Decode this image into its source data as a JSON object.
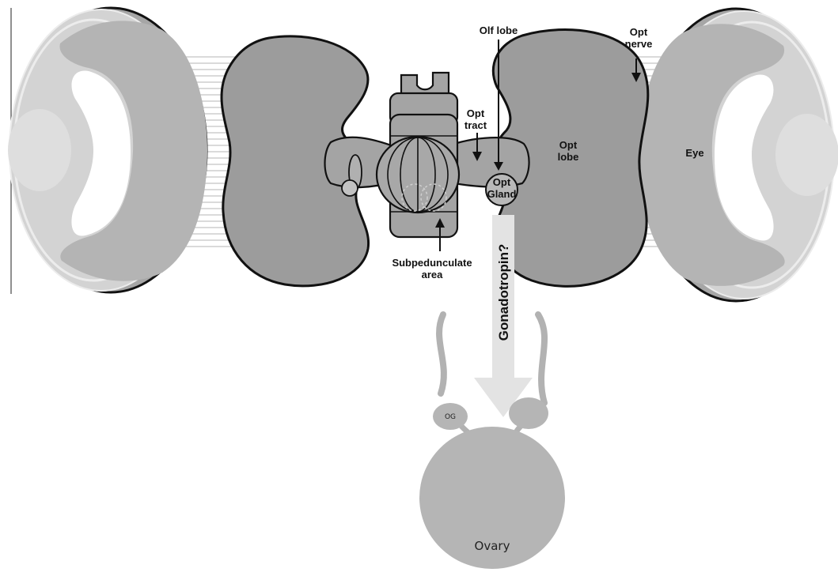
{
  "diagram": {
    "labels": {
      "olf_lobe": "Olf lobe",
      "opt_nerve_line1": "Opt",
      "opt_nerve_line2": "nerve",
      "opt_tract_line1": "Opt",
      "opt_tract_line2": "tract",
      "opt_lobe_line1": "Opt",
      "opt_lobe_line2": "lobe",
      "eye": "Eye",
      "opt_gland_line1": "Opt",
      "opt_gland_line2": "Gland",
      "subpedunculate_line1": "Subpedunculate",
      "subpedunculate_line2": "area",
      "hormone": "Gonadotropin?",
      "og": "OG",
      "ovary": "Ovary"
    },
    "colors": {
      "tissue_dark": "#9a9a9a",
      "tissue_mid": "#a9a9a9",
      "eye_fill": "#b3b3b3",
      "eye_light": "#d0d0d0",
      "outline": "#111111",
      "nerve_lines": "#bdbdbd",
      "arrow_fill": "#e2e2e2"
    }
  }
}
